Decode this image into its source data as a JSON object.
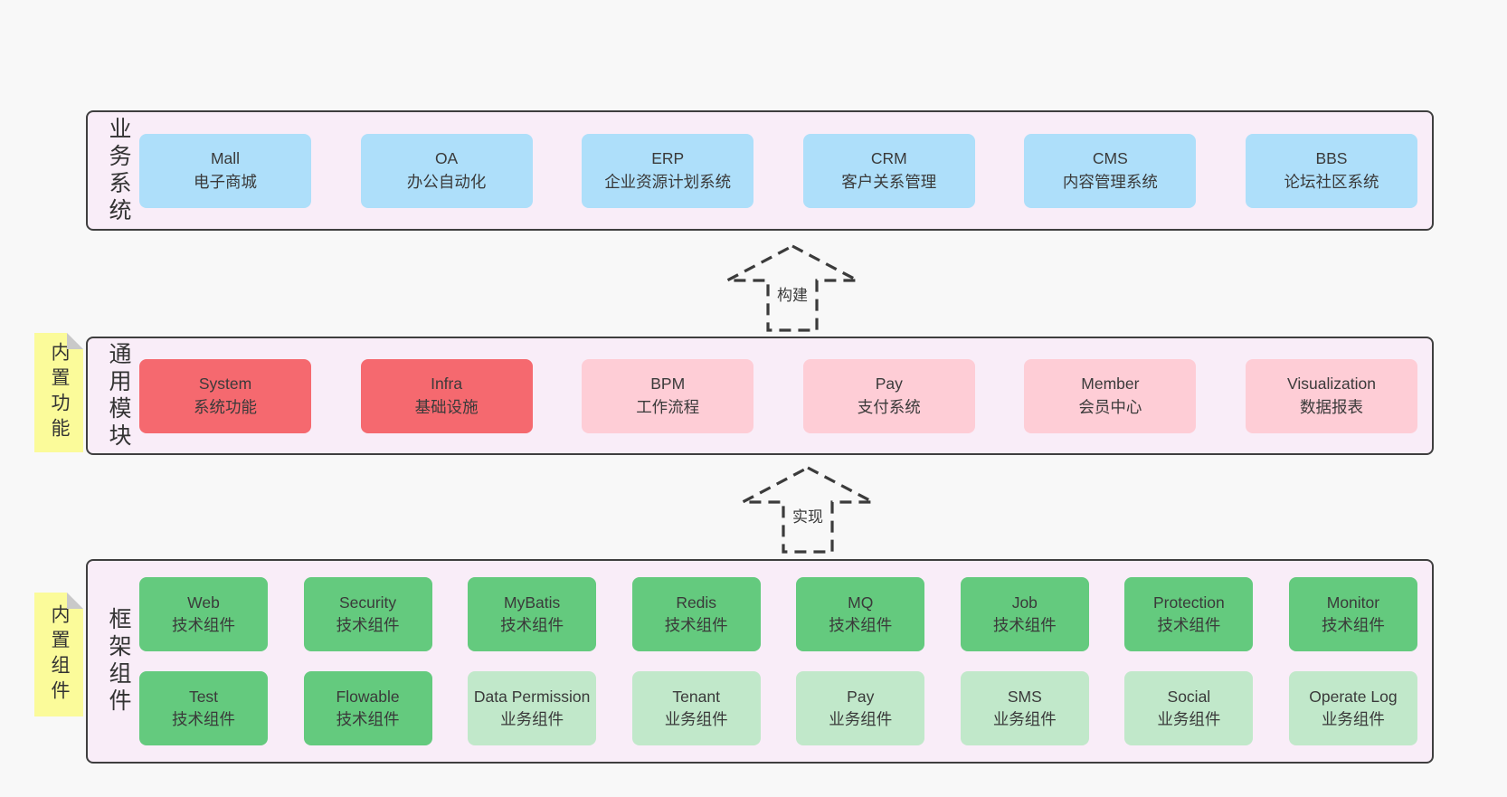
{
  "colors": {
    "background": "#f8f8f8",
    "container_bg": "#f9edf8",
    "container_border": "#3f3f3f",
    "blue": "#aedffa",
    "red": "#f5696f",
    "pink": "#fecdd6",
    "green": "#64ca7e",
    "lightgreen": "#c1e8ca",
    "yellow_note": "#fbfb9a",
    "note_fold": "#c9c9c9",
    "text": "#3a3a3a"
  },
  "arrows": {
    "build": {
      "label": "构建"
    },
    "implement": {
      "label": "实现"
    }
  },
  "layers": {
    "business": {
      "label": "业务系统",
      "boxes": [
        {
          "title": "Mall",
          "subtitle": "电子商城",
          "variant": "blue"
        },
        {
          "title": "OA",
          "subtitle": "办公自动化",
          "variant": "blue"
        },
        {
          "title": "ERP",
          "subtitle": "企业资源计划系统",
          "variant": "blue"
        },
        {
          "title": "CRM",
          "subtitle": "客户关系管理",
          "variant": "blue"
        },
        {
          "title": "CMS",
          "subtitle": "内容管理系统",
          "variant": "blue"
        },
        {
          "title": "BBS",
          "subtitle": "论坛社区系统",
          "variant": "blue"
        }
      ]
    },
    "modules": {
      "note": "内置功能",
      "label": "通用模块",
      "boxes": [
        {
          "title": "System",
          "subtitle": "系统功能",
          "variant": "red"
        },
        {
          "title": "Infra",
          "subtitle": "基础设施",
          "variant": "red"
        },
        {
          "title": "BPM",
          "subtitle": "工作流程",
          "variant": "pink"
        },
        {
          "title": "Pay",
          "subtitle": "支付系统",
          "variant": "pink"
        },
        {
          "title": "Member",
          "subtitle": "会员中心",
          "variant": "pink"
        },
        {
          "title": "Visualization",
          "subtitle": "数据报表",
          "variant": "pink"
        }
      ]
    },
    "components": {
      "note": "内置组件",
      "label": "框架组件",
      "rows": [
        [
          {
            "title": "Web",
            "subtitle": "技术组件",
            "variant": "green"
          },
          {
            "title": "Security",
            "subtitle": "技术组件",
            "variant": "green"
          },
          {
            "title": "MyBatis",
            "subtitle": "技术组件",
            "variant": "green"
          },
          {
            "title": "Redis",
            "subtitle": "技术组件",
            "variant": "green"
          },
          {
            "title": "MQ",
            "subtitle": "技术组件",
            "variant": "green"
          },
          {
            "title": "Job",
            "subtitle": "技术组件",
            "variant": "green"
          },
          {
            "title": "Protection",
            "subtitle": "技术组件",
            "variant": "green"
          },
          {
            "title": "Monitor",
            "subtitle": "技术组件",
            "variant": "green"
          }
        ],
        [
          {
            "title": "Test",
            "subtitle": "技术组件",
            "variant": "green"
          },
          {
            "title": "Flowable",
            "subtitle": "技术组件",
            "variant": "green"
          },
          {
            "title": "Data Permission",
            "subtitle": "业务组件",
            "variant": "lightgreen"
          },
          {
            "title": "Tenant",
            "subtitle": "业务组件",
            "variant": "lightgreen"
          },
          {
            "title": "Pay",
            "subtitle": "业务组件",
            "variant": "lightgreen"
          },
          {
            "title": "SMS",
            "subtitle": "业务组件",
            "variant": "lightgreen"
          },
          {
            "title": "Social",
            "subtitle": "业务组件",
            "variant": "lightgreen"
          },
          {
            "title": "Operate Log",
            "subtitle": "业务组件",
            "variant": "lightgreen"
          }
        ]
      ]
    }
  }
}
